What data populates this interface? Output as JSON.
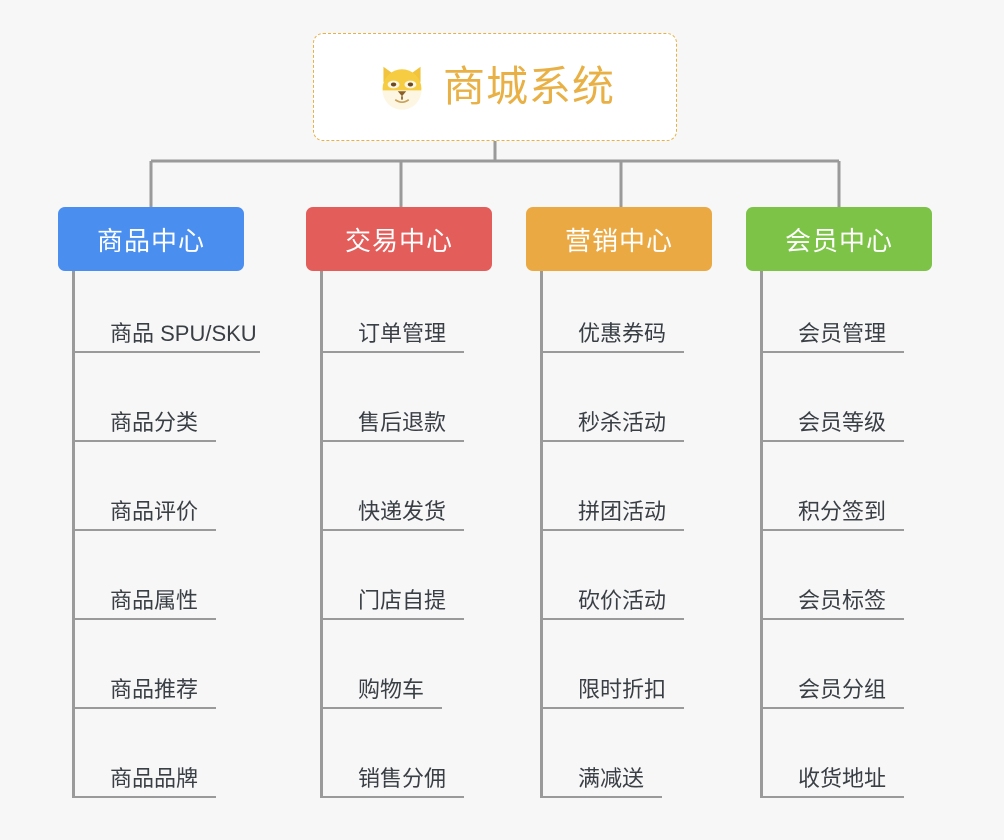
{
  "root": {
    "title": "商城系统",
    "icon": "shiba-dog-emoji",
    "border_color": "#e8b045",
    "title_color": "#e8b045"
  },
  "columns": [
    {
      "header": "商品中心",
      "color": "#4a8ff0",
      "items": [
        "商品 SPU/SKU",
        "商品分类",
        "商品评价",
        "商品属性",
        "商品推荐",
        "商品品牌"
      ]
    },
    {
      "header": "交易中心",
      "color": "#e35d5b",
      "items": [
        "订单管理",
        "售后退款",
        "快递发货",
        "门店自提",
        "购物车",
        "销售分佣"
      ]
    },
    {
      "header": "营销中心",
      "color": "#eba944",
      "items": [
        "优惠券码",
        "秒杀活动",
        "拼团活动",
        "砍价活动",
        "限时折扣",
        "满减送"
      ]
    },
    {
      "header": "会员中心",
      "color": "#7cc347",
      "items": [
        "会员管理",
        "会员等级",
        "积分签到",
        "会员标签",
        "会员分组",
        "收货地址"
      ]
    }
  ],
  "connector_color": "#9a9a9a",
  "background_color": "#f7f7f7"
}
